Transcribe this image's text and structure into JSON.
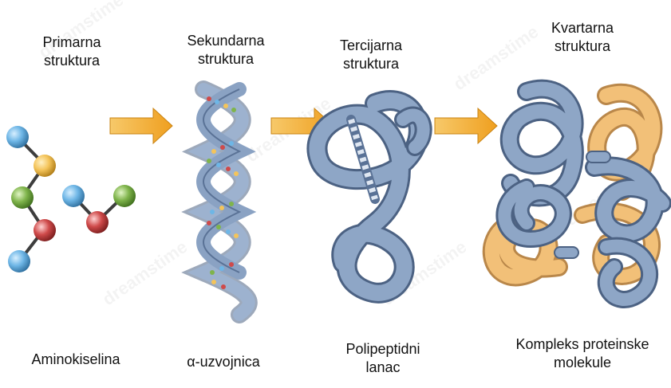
{
  "stages": [
    {
      "title": [
        "Primarna",
        "struktura"
      ],
      "caption": [
        "Aminokiselina"
      ]
    },
    {
      "title": [
        "Sekundarna",
        "struktura"
      ],
      "caption": [
        "α-uzvojnica"
      ]
    },
    {
      "title": [
        "Tercijarna",
        "struktura"
      ],
      "caption": [
        "Polipeptidni",
        "lanac"
      ]
    },
    {
      "title": [
        "Kvartarna",
        "struktura"
      ],
      "caption": [
        "Kompleks proteinske",
        "molekule"
      ]
    }
  ],
  "colors": {
    "ribbon": "#7f97b8",
    "ribbon_dark": "#4c6283",
    "gold": "#f2c078",
    "arrow": "#f3b23a",
    "atom_blue": "#6eb6e6",
    "atom_yellow": "#f4c45a",
    "atom_green": "#7fb44b",
    "atom_red": "#cf4a4a"
  },
  "icons": [
    "right-arrow-icon"
  ]
}
